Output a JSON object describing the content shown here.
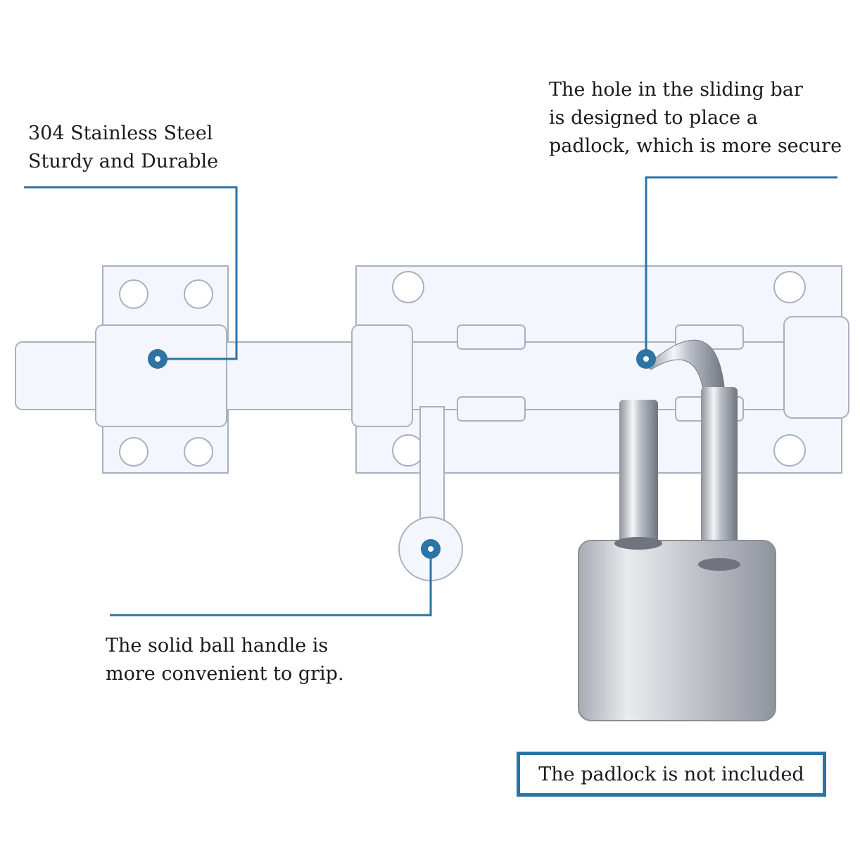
{
  "callouts": {
    "material": {
      "line1": "304 Stainless Steel",
      "line2": "Sturdy and Durable"
    },
    "padlock_hole": {
      "line1": "The hole in the sliding bar",
      "line2": "is designed to place a",
      "line3": "padlock, which is more secure"
    },
    "ball_handle": {
      "line1": "The solid ball handle is",
      "line2": "more convenient to grip."
    }
  },
  "note": {
    "text": "The padlock is not included"
  },
  "colors": {
    "accent": "#2d73a3",
    "latch_fill": "#f3f6fc",
    "latch_stroke": "#9aa3b4",
    "padlock": "#c9ccd2"
  },
  "icons": {
    "marker": "callout-dot-icon"
  }
}
